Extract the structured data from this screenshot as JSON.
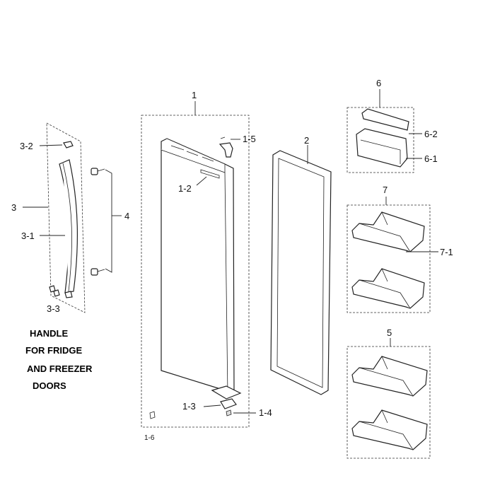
{
  "diagram": {
    "labels": {
      "p1": "1",
      "p1_2": "1-2",
      "p1_3": "1-3",
      "p1_4": "1-4",
      "p1_5": "1-5",
      "p1_6": "1-6",
      "p2": "2",
      "p3": "3",
      "p3_1": "3-1",
      "p3_2": "3-2",
      "p3_3": "3-3",
      "p4": "4",
      "p5": "5",
      "p6": "6",
      "p6_1": "6-1",
      "p6_2": "6-2",
      "p7": "7",
      "p7_1": "7-1"
    },
    "caption": {
      "line1": "HANDLE",
      "line2": "FOR FRIDGE",
      "line3": "AND FREEZER",
      "line4": "DOORS"
    }
  }
}
